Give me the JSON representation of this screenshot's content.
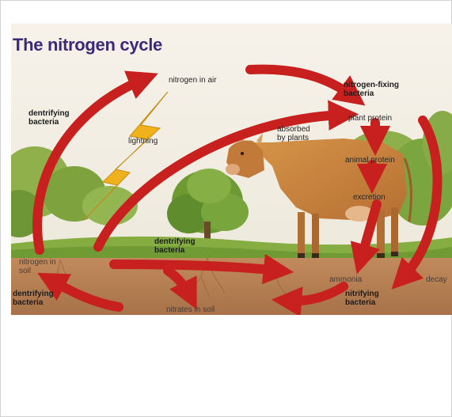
{
  "diagram": {
    "title": "The nitrogen cycle",
    "labels": {
      "nitrogen_in_air": "nitrogen in air",
      "nitrogen_fixing_bacteria": "nitrogen-fixing bacteria",
      "denitrifying_bacteria_top": "dentrifying bacteria",
      "lightning": "lightning",
      "absorbed_by_plants": "absorbed by plants",
      "plant_protein": "plant protein",
      "animal_protein": "animal protein",
      "excretion": "excretion",
      "denitrifying_bacteria_mid": "dentrifying bacteria",
      "nitrogen_in_soil": "nitrogen in soil",
      "denitrifying_bacteria_bottom": "dentrifying bacteria",
      "nitrates_in_soil": "nitrates in soil",
      "ammonia": "ammonia",
      "decay": "decay",
      "nitrifying_bacteria": "nitrifying bacteria"
    },
    "colors": {
      "arrow": "#c8201e",
      "title": "#3c2a78",
      "sky": "#f3efe4",
      "soil": "#b47c52",
      "grass": "#7fa83e",
      "lightning": "#f0b21c",
      "cow": "#c9803e"
    }
  }
}
